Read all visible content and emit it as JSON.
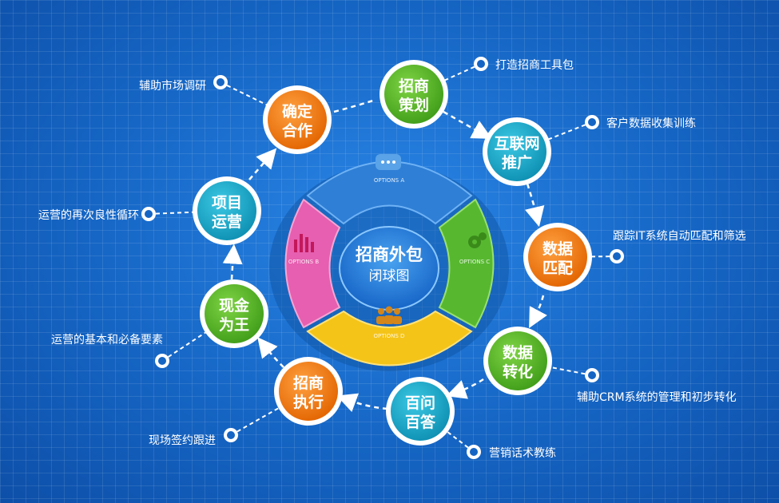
{
  "center": {
    "title": "招商外包",
    "subtitle": "闭球图"
  },
  "ring_options": [
    "OPTIONS A",
    "OPTIONS B",
    "OPTIONS C",
    "OPTIONS D"
  ],
  "colors": {
    "orange": "#f07a10",
    "teal": "#1aa9c8",
    "green": "#5cbb2a",
    "option_a": "#2f7fd6",
    "option_b": "#e65fb0",
    "option_c": "#57b830",
    "option_d": "#f5c419"
  },
  "nodes": [
    {
      "id": "n1",
      "line1": "招商",
      "line2": "策划",
      "color": "green"
    },
    {
      "id": "n2",
      "line1": "互联网",
      "line2": "推广",
      "color": "teal"
    },
    {
      "id": "n3",
      "line1": "数据",
      "line2": "匹配",
      "color": "orange"
    },
    {
      "id": "n4",
      "line1": "数据",
      "line2": "转化",
      "color": "green"
    },
    {
      "id": "n5",
      "line1": "百问",
      "line2": "百答",
      "color": "teal"
    },
    {
      "id": "n6",
      "line1": "招商",
      "line2": "执行",
      "color": "orange"
    },
    {
      "id": "n7",
      "line1": "现金",
      "line2": "为王",
      "color": "green"
    },
    {
      "id": "n8",
      "line1": "项目",
      "line2": "运营",
      "color": "teal"
    },
    {
      "id": "n9",
      "line1": "确定",
      "line2": "合作",
      "color": "orange"
    }
  ],
  "annotations": [
    {
      "node": "n1",
      "text": "打造招商工具包"
    },
    {
      "node": "n2",
      "text": "客户数据收集训练"
    },
    {
      "node": "n3",
      "text": "跟踪IT系统自动匹配和筛选"
    },
    {
      "node": "n4",
      "text": "辅助CRM系统的管理和初步转化"
    },
    {
      "node": "n5",
      "text": "营销话术教练"
    },
    {
      "node": "n6",
      "text": "现场签约跟进"
    },
    {
      "node": "n7",
      "text": "运营的基本和必备要素"
    },
    {
      "node": "n8",
      "text": "运营的再次良性循环"
    },
    {
      "node": "n9",
      "text": "辅助市场调研"
    }
  ]
}
